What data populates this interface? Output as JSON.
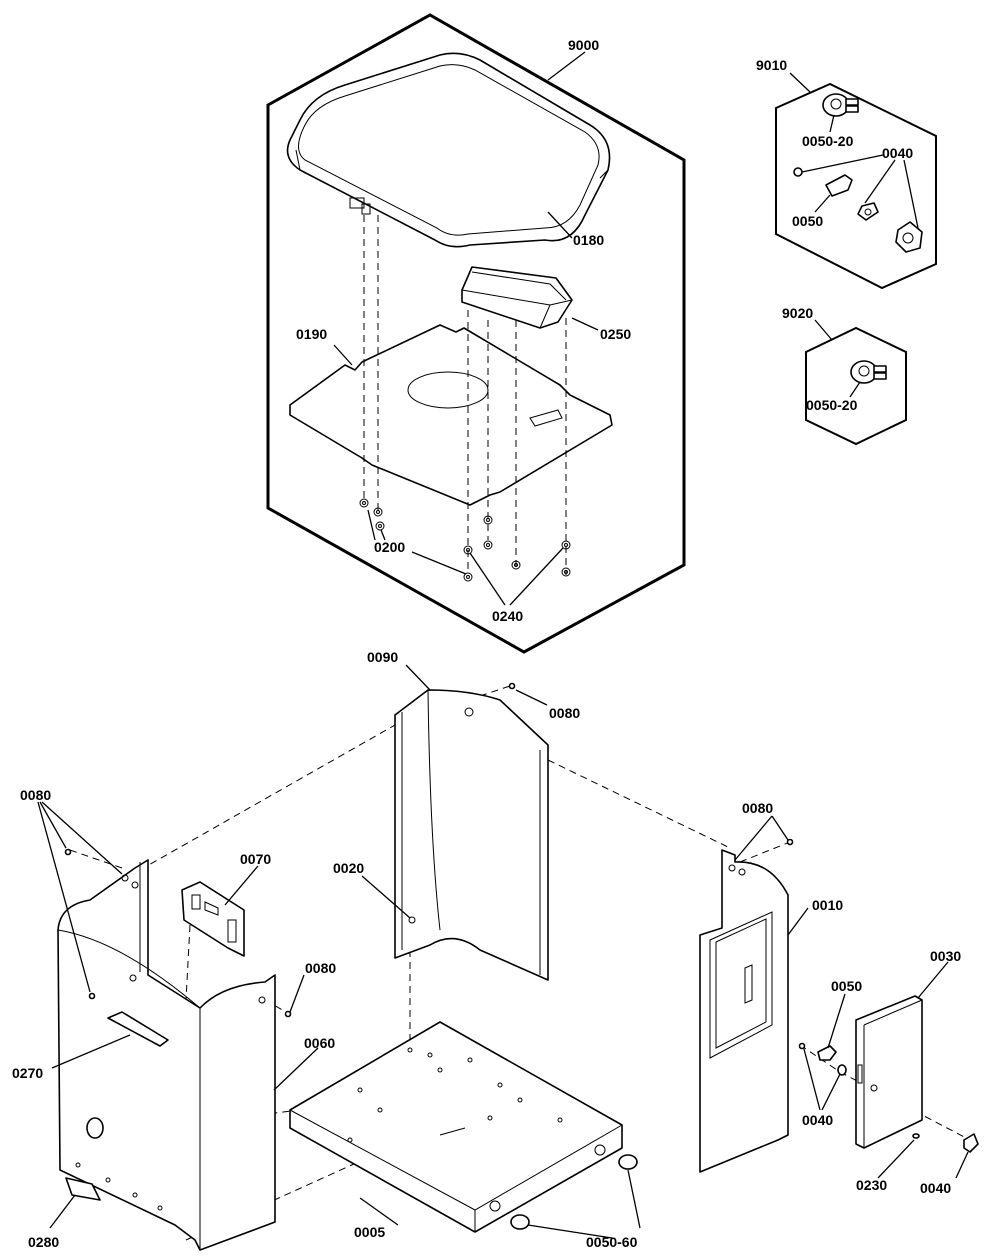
{
  "labels": {
    "l9000": "9000",
    "l0180": "0180",
    "l0250": "0250",
    "l0190": "0190",
    "l0200": "0200",
    "l0240": "0240",
    "l9010": "9010",
    "l0050_20a": "0050-20",
    "l0040a": "0040",
    "l0050a": "0050",
    "l9020": "9020",
    "l0050_20b": "0050-20",
    "l0090": "0090",
    "l0080a": "0080",
    "l0080b": "0080",
    "l0080c": "0080",
    "l0080d": "0080",
    "l0070": "0070",
    "l0020": "0020",
    "l0010": "0010",
    "l0030": "0030",
    "l0050b": "0050",
    "l0040b": "0040",
    "l0040c": "0040",
    "l0060": "0060",
    "l0270": "0270",
    "l0280": "0280",
    "l0005": "0005",
    "l0050_60": "0050-60",
    "l0230": "0230"
  }
}
